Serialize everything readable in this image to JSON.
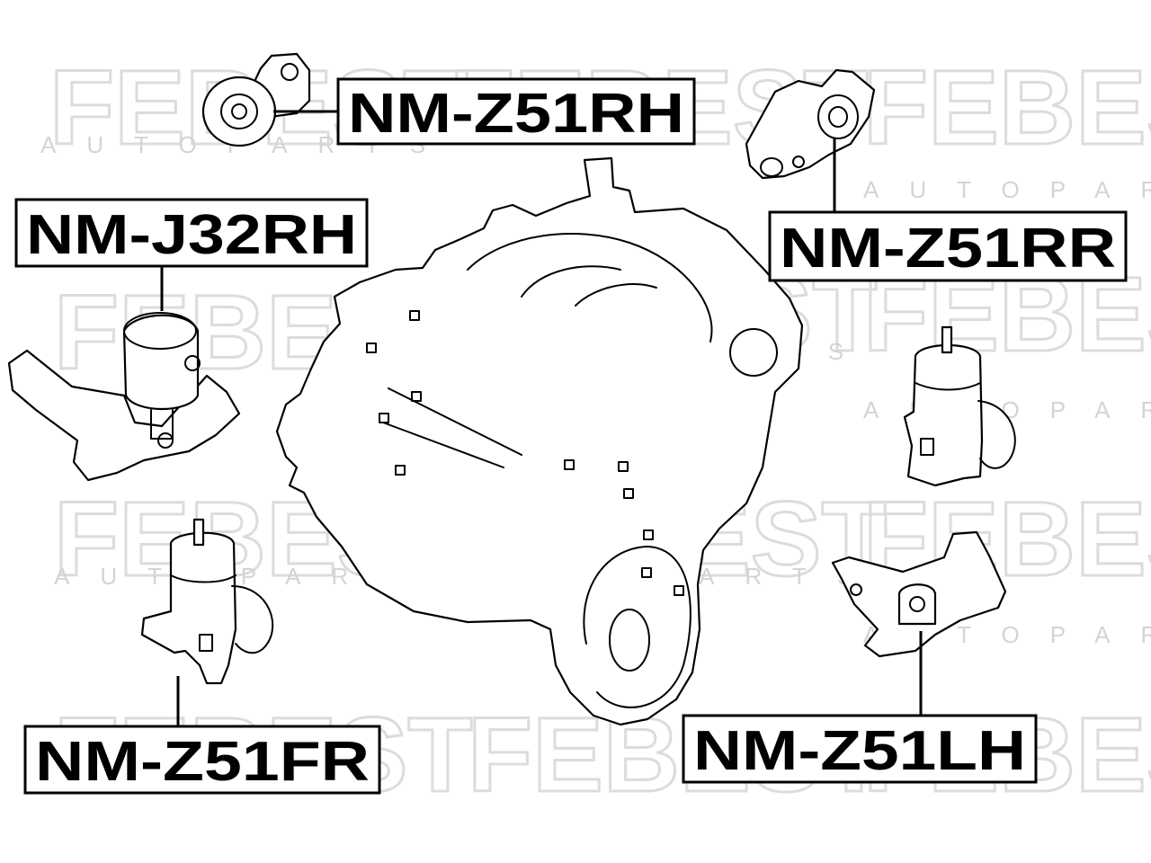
{
  "watermark": {
    "brand": "FEBEST",
    "subtitle": "AUTOPARTS"
  },
  "labels": {
    "z51rh": "NM-Z51RH",
    "j32rh": "NM-J32RH",
    "z51rr": "NM-Z51RR",
    "z51fr": "NM-Z51FR",
    "z51lh": "NM-Z51LH"
  }
}
